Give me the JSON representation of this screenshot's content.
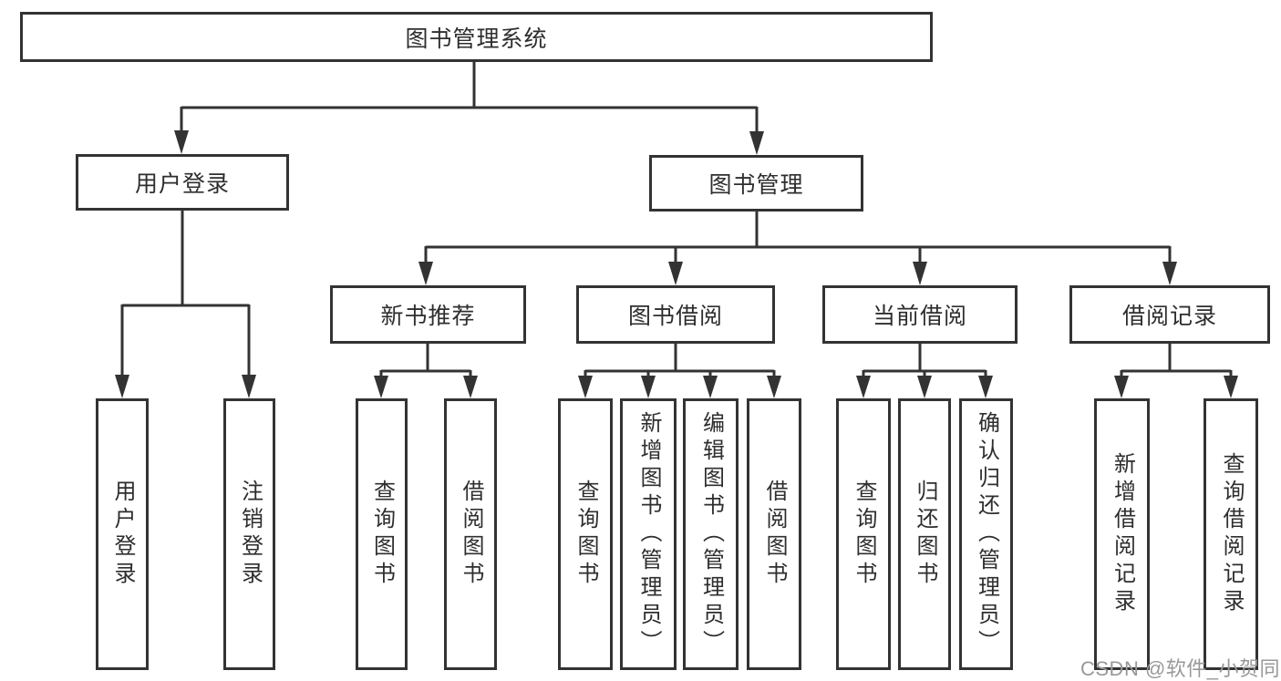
{
  "tree": {
    "root": "图书管理系统",
    "user_login": {
      "label": "用户登录",
      "children": [
        "用户登录",
        "注销登录"
      ]
    },
    "book_mgmt": {
      "label": "图书管理",
      "sections": [
        {
          "label": "新书推荐",
          "children": [
            "查询图书",
            "借阅图书"
          ]
        },
        {
          "label": "图书借阅",
          "children": [
            "查询图书",
            "新增图书（管理员）",
            "编辑图书（管理员）",
            "借阅图书"
          ]
        },
        {
          "label": "当前借阅",
          "children": [
            "查询图书",
            "归还图书",
            "确认归还（管理员）"
          ]
        },
        {
          "label": "借阅记录",
          "children": [
            "新增借阅记录",
            "查询借阅记录"
          ]
        }
      ]
    }
  },
  "colors": {
    "line": "#333333",
    "text": "#2e2e2e",
    "watermark": "#999999"
  },
  "watermark": "CSDN @软件_小贺同学"
}
